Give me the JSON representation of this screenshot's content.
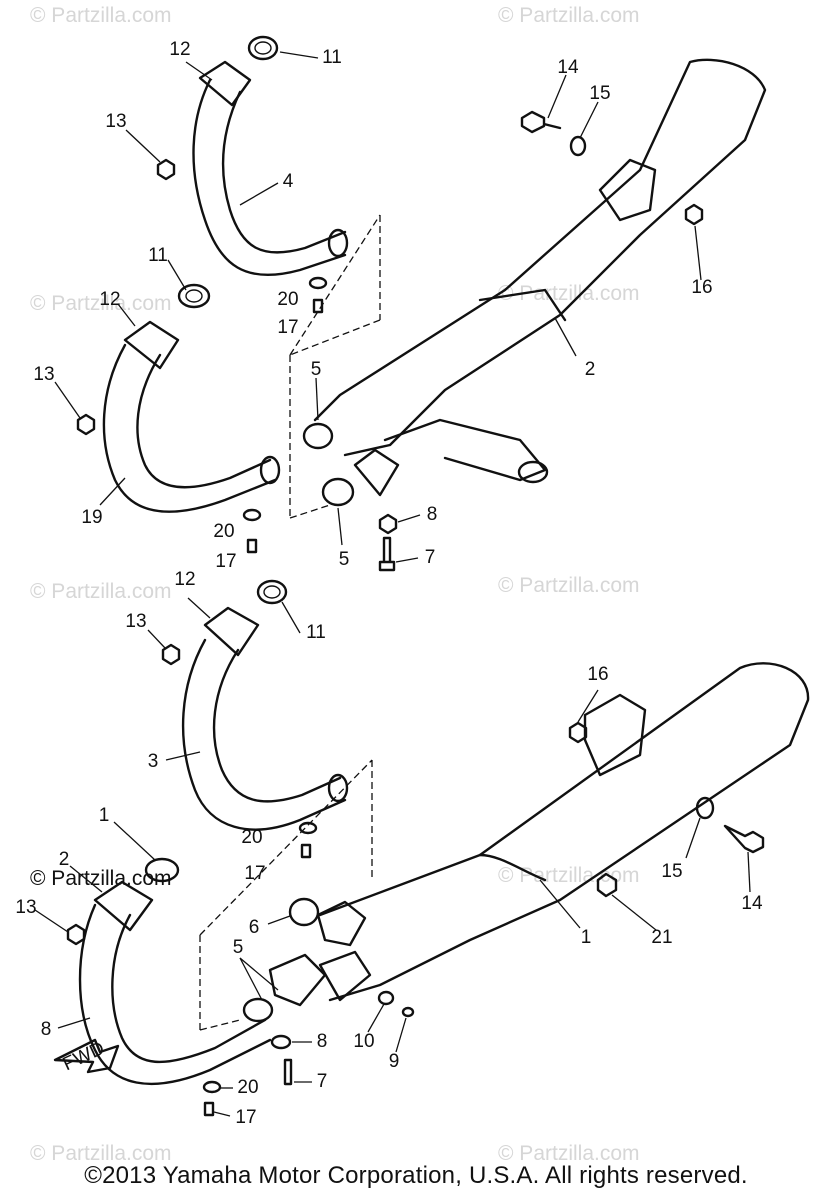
{
  "watermark": "© Partzilla.com",
  "watermark_dark": "© Partzilla.com",
  "copyright": "©2013 Yamaha Motor Corporation, U.S.A. All rights reserved.",
  "arrow_label": "FWD",
  "callouts": {
    "c1": "1",
    "c1b": "1",
    "c2": "2",
    "c3": "3",
    "c4": "4",
    "c5a": "5",
    "c5b": "5",
    "c5c": "5",
    "c6": "6",
    "c7a": "7",
    "c7b": "7",
    "c8a": "8",
    "c8b": "8",
    "c8c": "8",
    "c9": "9",
    "c10": "10",
    "c11a": "11",
    "c11b": "11",
    "c11c": "11",
    "c12a": "12",
    "c12b": "12",
    "c12c": "12",
    "c12d": "2",
    "c13a": "13",
    "c13b": "13",
    "c13c": "13",
    "c13d": "13",
    "c14a": "14",
    "c14b": "14",
    "c15a": "15",
    "c15b": "15",
    "c16a": "16",
    "c16b": "16",
    "c17a": "17",
    "c17b": "17",
    "c17c": "17",
    "c17d": "17",
    "c19": "19",
    "c20a": "20",
    "c20b": "20",
    "c20c": "20",
    "c20d": "20",
    "c21": "21"
  }
}
